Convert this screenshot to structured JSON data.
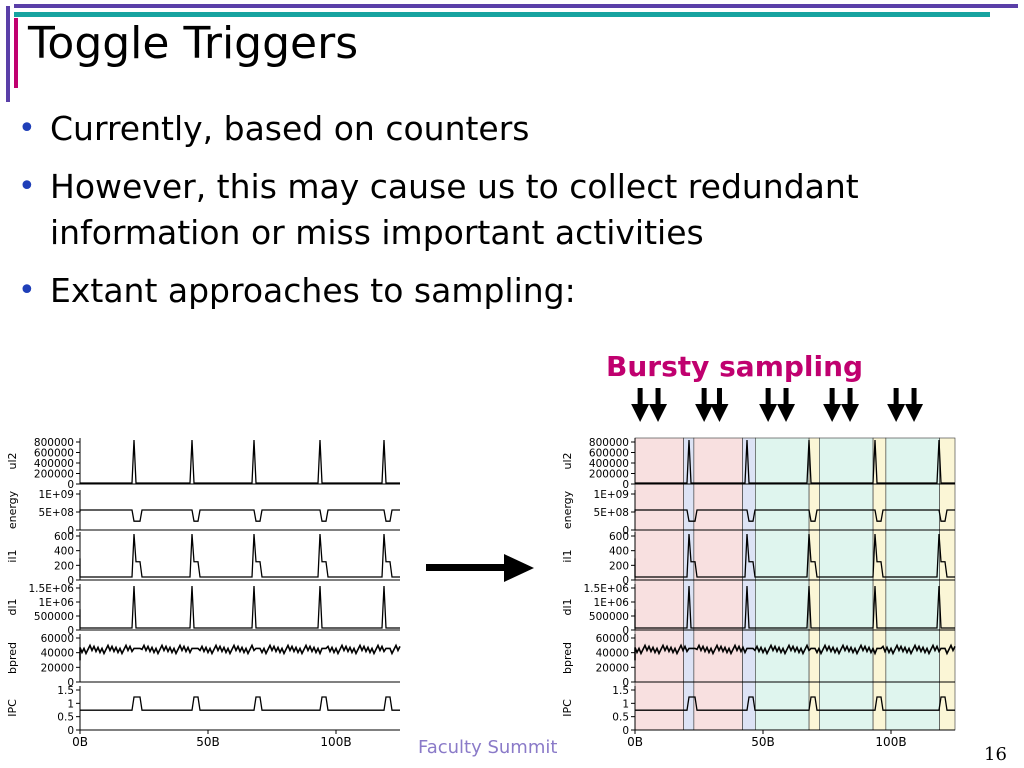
{
  "slide": {
    "title": "Toggle Triggers",
    "bullets": [
      "Currently, based on counters",
      "However, this may cause us to collect redundant information or miss important activities",
      "Extant approaches to sampling:"
    ],
    "bursty_label": "Bursty sampling",
    "footer": "Faculty Summit",
    "page_number": "16"
  },
  "colors": {
    "bar_purple": "#5a3fa8",
    "bar_teal": "#17a3a0",
    "bullet": "#1f3fb8",
    "bursty": "#c0006f",
    "band_pink": "#f8e0e0",
    "band_blue": "#dde3f5",
    "band_green": "#dff5ee",
    "band_yellow": "#fbf6d6"
  },
  "chart_data": [
    {
      "type": "line",
      "panels": [
        {
          "ylabel": "ul2",
          "ticks": [
            "800000",
            "600000",
            "400000",
            "200000",
            "0"
          ]
        },
        {
          "ylabel": "energy",
          "ticks": [
            "1E+09",
            "5E+08",
            "0"
          ]
        },
        {
          "ylabel": "il1",
          "ticks": [
            "600",
            "400",
            "200",
            "0"
          ]
        },
        {
          "ylabel": "dl1",
          "ticks": [
            "1.5E+06",
            "1E+06",
            "500000",
            "0"
          ]
        },
        {
          "ylabel": "bpred",
          "ticks": [
            "60000",
            "40000",
            "20000",
            "0"
          ]
        },
        {
          "ylabel": "IPC",
          "ticks": [
            "1.5",
            "1",
            "0.5",
            "0"
          ]
        }
      ],
      "x_ticks": [
        "0B",
        "50B",
        "100B"
      ],
      "xlim": [
        0,
        125
      ],
      "spike_positions": [
        21,
        44,
        68,
        94,
        119
      ]
    },
    {
      "type": "line",
      "panels": [
        {
          "ylabel": "ul2",
          "ticks": [
            "800000",
            "600000",
            "400000",
            "200000",
            "0"
          ]
        },
        {
          "ylabel": "energy",
          "ticks": [
            "1E+09",
            "5E+08",
            "0"
          ]
        },
        {
          "ylabel": "il1",
          "ticks": [
            "600",
            "400",
            "200",
            "0"
          ]
        },
        {
          "ylabel": "dl1",
          "ticks": [
            "1.5E+06",
            "1E+06",
            "500000",
            "0"
          ]
        },
        {
          "ylabel": "bpred",
          "ticks": [
            "60000",
            "40000",
            "20000",
            "0"
          ]
        },
        {
          "ylabel": "IPC",
          "ticks": [
            "1.5",
            "1",
            "0.5",
            "0"
          ]
        }
      ],
      "x_ticks": [
        "0B",
        "50B",
        "100B"
      ],
      "xlim": [
        0,
        125
      ],
      "spike_positions": [
        21,
        44,
        68,
        94,
        119
      ],
      "sample_bands": [
        {
          "start": 0,
          "end": 19,
          "color": "band_pink"
        },
        {
          "start": 19,
          "end": 23,
          "color": "band_blue"
        },
        {
          "start": 23,
          "end": 42,
          "color": "band_pink"
        },
        {
          "start": 42,
          "end": 47,
          "color": "band_blue"
        },
        {
          "start": 47,
          "end": 68,
          "color": "band_green"
        },
        {
          "start": 68,
          "end": 72,
          "color": "band_yellow"
        },
        {
          "start": 72,
          "end": 93,
          "color": "band_green"
        },
        {
          "start": 93,
          "end": 98,
          "color": "band_yellow"
        },
        {
          "start": 98,
          "end": 119,
          "color": "band_green"
        },
        {
          "start": 119,
          "end": 125,
          "color": "band_yellow"
        }
      ],
      "sample_arrows": [
        2,
        9,
        27,
        33,
        52,
        59,
        77,
        84,
        102,
        109
      ]
    }
  ]
}
